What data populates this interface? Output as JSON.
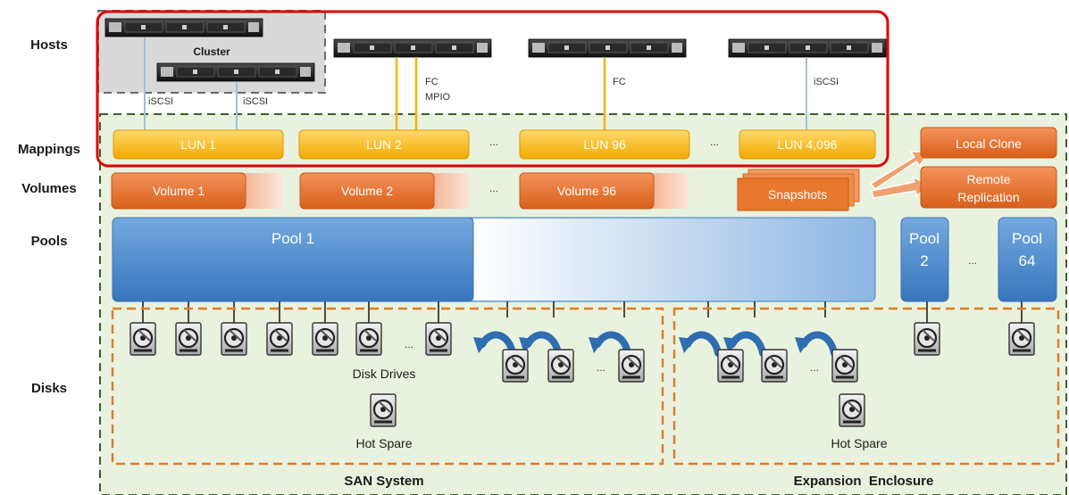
{
  "rows": {
    "hosts": "Hosts",
    "mappings": "Mappings",
    "volumes": "Volumes",
    "pools": "Pools",
    "disks": "Disks"
  },
  "hosts": {
    "cluster_label": "Cluster",
    "conn_iscsi_1": "iSCSI",
    "conn_iscsi_2": "iSCSI",
    "conn_fc_mpio_line1": "FC",
    "conn_fc_mpio_line2": "MPIO",
    "conn_fc": "FC",
    "conn_iscsi_3": "iSCSI"
  },
  "mappings": {
    "lun1": "LUN 1",
    "lun2": "LUN 2",
    "lun96": "LUN 96",
    "lun4096": "LUN 4,096",
    "ellipsis_a": "...",
    "ellipsis_b": "...",
    "local_clone": "Local Clone",
    "remote_replication_line1": "Remote",
    "remote_replication_line2": "Replication"
  },
  "volumes": {
    "volume1": "Volume 1",
    "volume2": "Volume 2",
    "volume96": "Volume 96",
    "ellipsis": "...",
    "snapshots": "Snapshots"
  },
  "pools": {
    "pool1": "Pool 1",
    "pool2_line1": "Pool",
    "pool2_line2": "2",
    "ellipsis": "...",
    "pool64_line1": "Pool",
    "pool64_line2": "64"
  },
  "disks": {
    "disk_drives": "Disk Drives",
    "hot_spare_left": "Hot Spare",
    "hot_spare_right": "Hot Spare",
    "ellipsis_a": "...",
    "ellipsis_b": "...",
    "ellipsis_c": "..."
  },
  "groups": {
    "san_system": "SAN System",
    "expansion_enclosure": "Expansion  Enclosure"
  },
  "colors": {
    "lun_orange": "#f5b800",
    "volume_orange": "#e8702a",
    "pool_blue": "#3f82c9",
    "green_bg": "#e8f2de",
    "highlight_red": "#e00000"
  }
}
